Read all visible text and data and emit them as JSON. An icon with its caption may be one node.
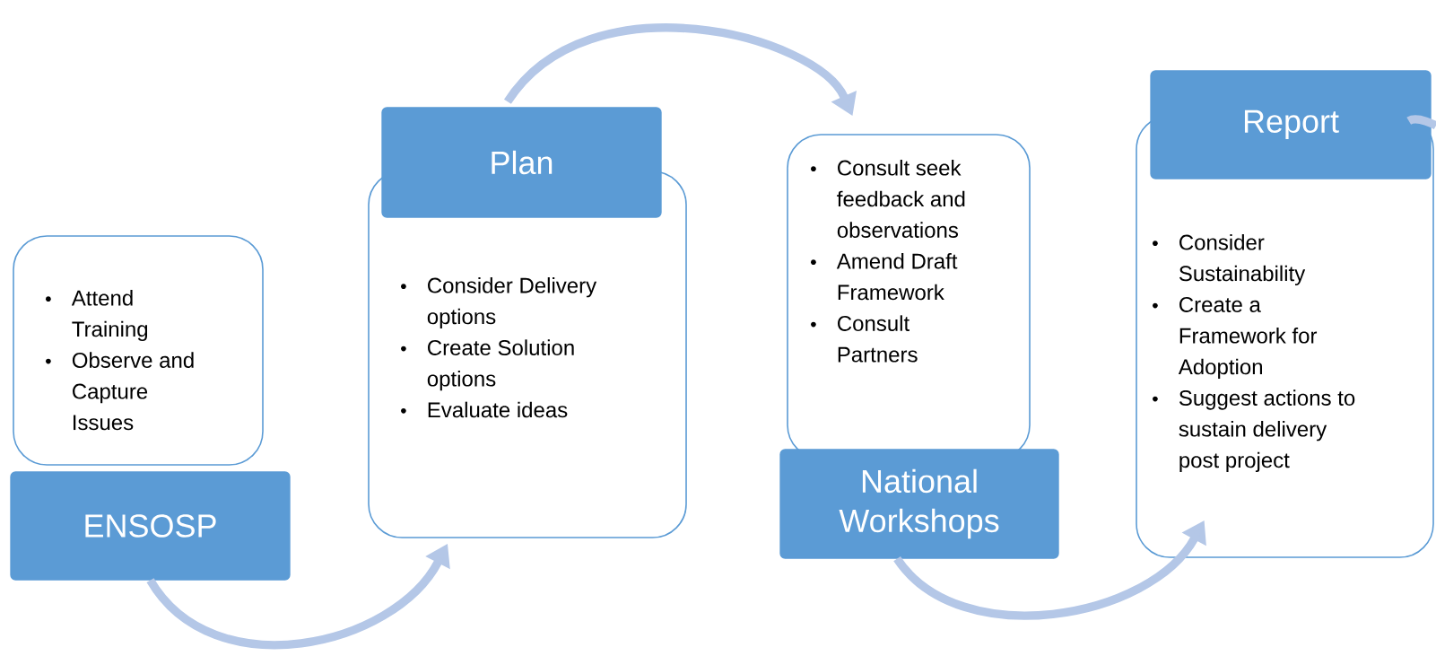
{
  "diagram": {
    "nodes": [
      {
        "text": [
          "Attend Training",
          "Observe and Capture Issues"
        ]
      },
      {
        "text": [
          "ENSOSP"
        ]
      },
      {
        "text": [
          "Plan"
        ]
      },
      {
        "text": [
          "Consider Delivery options",
          "Create Solution options",
          "Evaluate ideas"
        ]
      },
      {
        "text": [
          "Consult seek feedback and observations",
          "Amend Draft Framework",
          "Consult Partners"
        ]
      },
      {
        "text": [
          "National Workshops"
        ]
      },
      {
        "text": [
          "Report"
        ]
      },
      {
        "text": [
          "Consider Sustainability",
          "Create a Framework for Adoption",
          "Suggest actions to sustain delivery post project"
        ]
      }
    ],
    "edges": [
      {
        "from": 1,
        "to": 3,
        "arrow": "to"
      },
      {
        "from": 2,
        "to": 4,
        "arrow": "to"
      },
      {
        "from": 5,
        "to": 7,
        "arrow": "to"
      },
      {
        "from": 6,
        "to": null,
        "arrow": "none"
      }
    ]
  }
}
